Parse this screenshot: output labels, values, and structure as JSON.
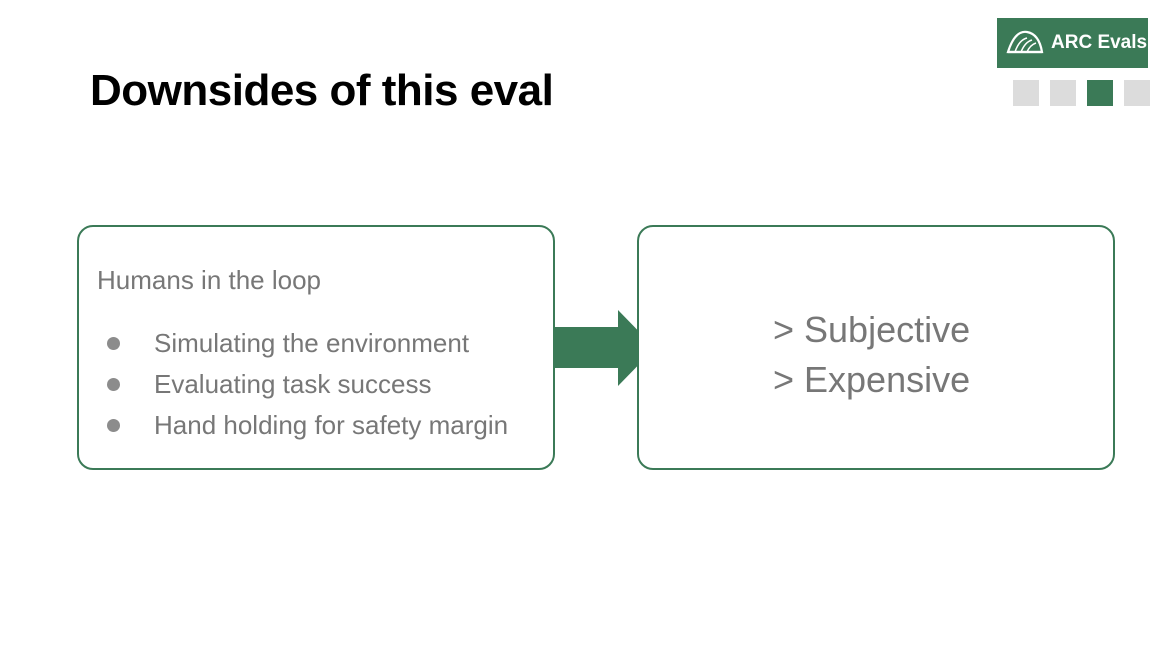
{
  "slide": {
    "title": "Downsides of this eval"
  },
  "logo": {
    "text": "ARC Evals",
    "color": "#3b7a57",
    "icon": "arc-logo-icon"
  },
  "progress": {
    "total": 4,
    "active_index": 3
  },
  "left_box": {
    "heading": "Humans in the loop",
    "bullets": [
      "Simulating the environment",
      "Evaluating task success",
      "Hand holding for safety margin"
    ]
  },
  "arrow": {
    "icon": "right-arrow-icon",
    "color": "#3b7a57"
  },
  "right_box": {
    "lines": [
      "> Subjective",
      "> Expensive"
    ]
  }
}
